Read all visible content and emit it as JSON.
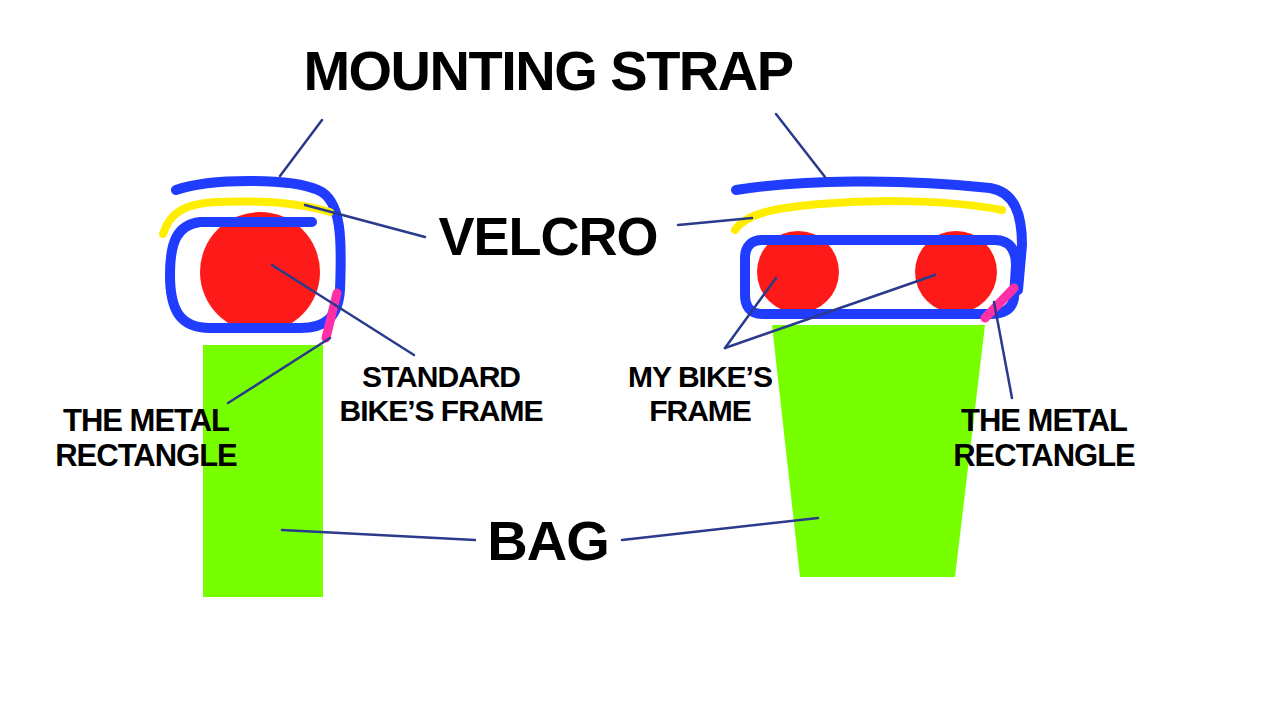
{
  "diagram": {
    "labels": [
      "MOUNTING STRAP",
      "VELCRO",
      "STANDARD BIKE’S FRAME",
      "THE METAL RECTANGLE",
      "MY BIKE’S FRAME",
      "THE METAL RECTANGLE",
      "BAG"
    ]
  }
}
